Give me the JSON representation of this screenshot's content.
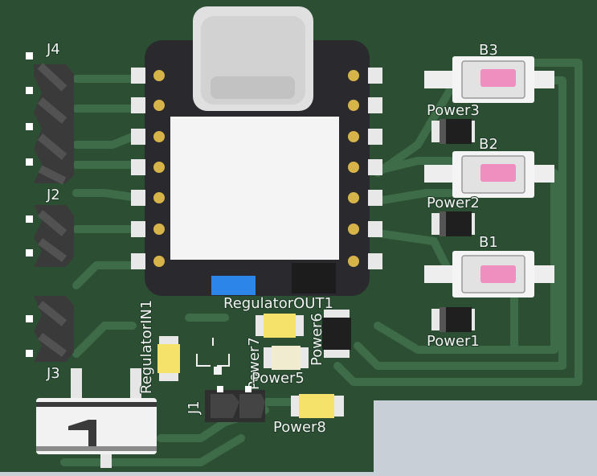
{
  "board": {
    "labels": {
      "j4": "J4",
      "j2": "J2",
      "j3": "J3",
      "j1": "J1",
      "b3": "B3",
      "b2": "B2",
      "b1": "B1",
      "power3": "Power3",
      "power2": "Power2",
      "power1": "Power1",
      "regulator_out": "RegulatorOUT1",
      "regulator_in": "RegulatorIN1",
      "power7": "Power7",
      "power6": "Power6",
      "power5": "Power5",
      "power8": "Power8"
    },
    "colors": {
      "background": "#c9cfd6",
      "pcb": "#2c4f34",
      "trace": "#3e6b48",
      "pad": "#d7b44a",
      "module": "#2a2a2e",
      "button_cap": "#ee8fc0",
      "usb": "#e0e0e0",
      "led_yellow": "#f4e26a",
      "silk": "#f2f2f2"
    }
  }
}
